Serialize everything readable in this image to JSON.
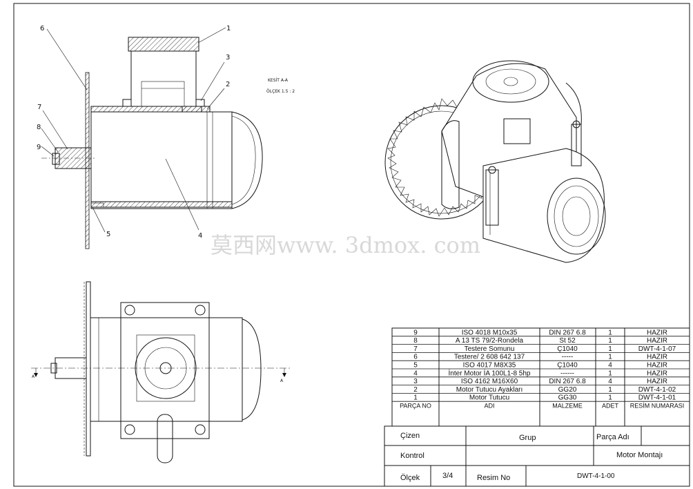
{
  "section": {
    "title": "KESİT A-A",
    "scale": "ÖLÇEK 1.5 : 2",
    "balloons": [
      "1",
      "2",
      "3",
      "4",
      "5",
      "6",
      "7",
      "8",
      "9"
    ]
  },
  "section_marks": {
    "left": "A",
    "right": "A"
  },
  "watermark": "莫西网www. 3dmox. com",
  "bom": {
    "rows": [
      {
        "no": "9",
        "name": "ISO 4018 M10x35",
        "material": "DIN 267 6.8",
        "qty": "1",
        "ref": "HAZIR"
      },
      {
        "no": "8",
        "name": "A 13 TS 79/2-Rondela",
        "material": "St 52",
        "qty": "1",
        "ref": "HAZIR"
      },
      {
        "no": "7",
        "name": "Testere Somunu",
        "material": "Ç1040",
        "qty": "1",
        "ref": "DWT-4-1-07"
      },
      {
        "no": "6",
        "name": "Testere/ 2 608 642 137",
        "material": "-----",
        "qty": "1",
        "ref": "HAZIR"
      },
      {
        "no": "5",
        "name": "ISO 4017 M8X35",
        "material": "Ç1040",
        "qty": "4",
        "ref": "HAZIR"
      },
      {
        "no": "4",
        "name": "İnter Motor İA 100L1-8  5hp",
        "material": "------",
        "qty": "1",
        "ref": "HAZIR"
      },
      {
        "no": "3",
        "name": "ISO 4162 M16X60",
        "material": "DIN 267 6.8",
        "qty": "4",
        "ref": "HAZIR"
      },
      {
        "no": "2",
        "name": "Motor Tutucu Ayakları",
        "material": "GG20",
        "qty": "1",
        "ref": "DWT-4-1-02"
      },
      {
        "no": "1",
        "name": "Motor Tutucu",
        "material": "GG30",
        "qty": "1",
        "ref": "DWT-4-1-01"
      }
    ],
    "header": {
      "no": "PARÇA NO",
      "name": "ADI",
      "material": "MALZEME",
      "qty": "ADET",
      "ref": "RESİM NUMARASI"
    }
  },
  "title_block": {
    "cizen": "Çizen",
    "grup": "Grup",
    "parca_adi": "Parça Adı",
    "kontrol": "Kontrol",
    "part_name": "Motor Montajı",
    "olcek": "Ölçek",
    "scale": "3/4",
    "resim_no": "Resim No",
    "drawing_no": "DWT-4-1-00"
  }
}
